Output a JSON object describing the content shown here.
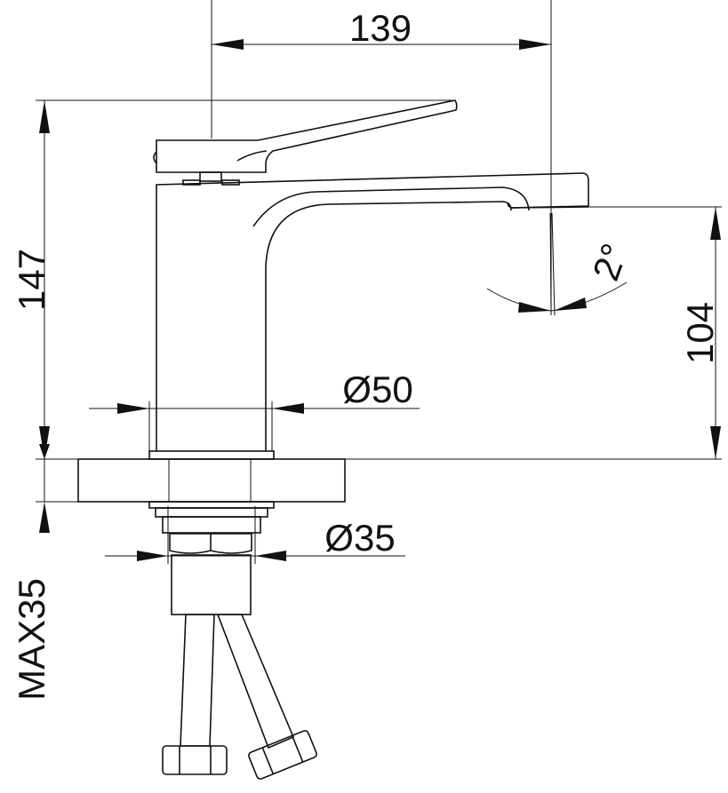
{
  "dimensions": {
    "spout_reach": "139",
    "total_height": "147",
    "spout_height": "104",
    "body_diameter": "Ø50",
    "shank_diameter": "Ø35",
    "max_counter_thickness": "MAX35",
    "flow_angle": "2°"
  },
  "colors": {
    "line": "#111111",
    "background": "#ffffff"
  }
}
